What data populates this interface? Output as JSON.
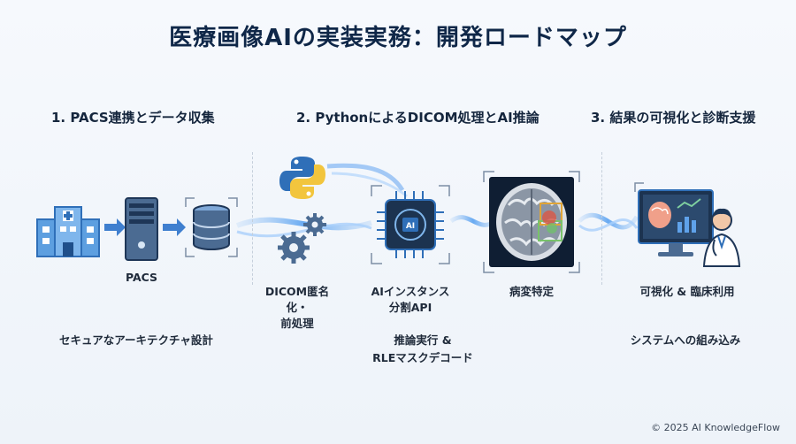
{
  "title": "医療画像AIの実装実務：開発ロードマップ",
  "stages": {
    "s1": "1. PACS連携とデータ収集",
    "s2": "2. PythonによるDICOM処理とAI推論",
    "s3": "3. 結果の可視化と診断支援"
  },
  "labels": {
    "pacs": "PACS",
    "dicom_line1": "DICOM匿名化・",
    "dicom_line2": "前処理",
    "ai_line1": "AIインスタンス",
    "ai_line2": "分割API",
    "lesion": "病変特定",
    "visual": "可視化 & 臨床利用"
  },
  "notes": {
    "secure": "セキュアなアーキテクチャ設計",
    "infer_line1": "推論実行 &",
    "infer_line2": "RLEマスクデコード",
    "system": "システムへの組み込み"
  },
  "chip_text": "AI",
  "copyright": "© 2025 AI KnowledgeFlow",
  "colors": {
    "navy": "#0f2748",
    "flow": "#4f9cf0",
    "icon_blue": "#2f6fb8",
    "dark_panel": "#1c3350"
  },
  "icons": [
    "hospital-icon",
    "server-icon",
    "database-icon",
    "python-logo-icon",
    "gears-icon",
    "ai-chip-icon",
    "brain-scan-icon",
    "monitor-doctor-icon"
  ]
}
